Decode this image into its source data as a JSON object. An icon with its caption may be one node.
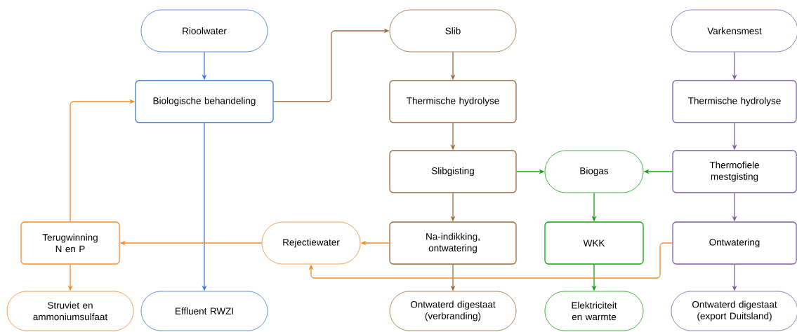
{
  "diagram": {
    "nodes": [
      {
        "text": [
          "Rioolwater"
        ]
      },
      {
        "text": [
          "Biologische behandeling"
        ]
      },
      {
        "text": [
          "Slib"
        ]
      },
      {
        "text": [
          "Thermische hydrolyse"
        ]
      },
      {
        "text": [
          "Slibgisting"
        ]
      },
      {
        "text": [
          "Na-indikking, ontwatering"
        ]
      },
      {
        "text": [
          "Rejectiewater"
        ]
      },
      {
        "text": [
          "Terugwinning N en P"
        ]
      },
      {
        "text": [
          "Struviet en ammoniumsulfaat"
        ]
      },
      {
        "text": [
          "Effluent RWZI"
        ]
      },
      {
        "text": [
          "Ontwaterd digestaat (verbranding)"
        ]
      },
      {
        "text": [
          "Biogas"
        ]
      },
      {
        "text": [
          "WKK"
        ]
      },
      {
        "text": [
          "Elektriciteit en warmte"
        ]
      },
      {
        "text": [
          "Varkensmest"
        ]
      },
      {
        "text": [
          "Thermische hydrolyse"
        ]
      },
      {
        "text": [
          "Thermofiele mestgisting"
        ]
      },
      {
        "text": [
          "Ontwatering"
        ]
      },
      {
        "text": [
          "Ontwaterd digestaat (export Duitsland)"
        ]
      }
    ],
    "edges": [
      {
        "from": 0,
        "to": 1,
        "arrow": "to",
        "color": "#3a78d4"
      },
      {
        "from": 1,
        "to": 9,
        "arrow": "to",
        "color": "#3a78d4"
      },
      {
        "from": 1,
        "to": 2,
        "arrow": "to",
        "color": "#9a6a3a"
      },
      {
        "from": 2,
        "to": 3,
        "arrow": "to",
        "color": "#9a6a3a"
      },
      {
        "from": 3,
        "to": 4,
        "arrow": "to",
        "color": "#9a6a3a"
      },
      {
        "from": 4,
        "to": 5,
        "arrow": "to",
        "color": "#9a6a3a"
      },
      {
        "from": 5,
        "to": 10,
        "arrow": "to",
        "color": "#9a6a3a"
      },
      {
        "from": 4,
        "to": 11,
        "arrow": "to",
        "color": "#13a013"
      },
      {
        "from": 16,
        "to": 11,
        "arrow": "to",
        "color": "#13a013"
      },
      {
        "from": 11,
        "to": 12,
        "arrow": "to",
        "color": "#13a013"
      },
      {
        "from": 12,
        "to": 13,
        "arrow": "to",
        "color": "#13a013"
      },
      {
        "from": 14,
        "to": 15,
        "arrow": "to",
        "color": "#7b5ea7"
      },
      {
        "from": 15,
        "to": 16,
        "arrow": "to",
        "color": "#7b5ea7"
      },
      {
        "from": 16,
        "to": 17,
        "arrow": "to",
        "color": "#7b5ea7"
      },
      {
        "from": 17,
        "to": 18,
        "arrow": "to",
        "color": "#7b5ea7"
      },
      {
        "from": 5,
        "to": 6,
        "arrow": "to",
        "color": "#f28a2e"
      },
      {
        "from": 6,
        "to": 7,
        "arrow": "to",
        "color": "#f28a2e"
      },
      {
        "from": 7,
        "to": 8,
        "arrow": "to",
        "color": "#f28a2e"
      },
      {
        "from": 7,
        "to": 1,
        "arrow": "to",
        "color": "#f28a2e"
      },
      {
        "from": 17,
        "to": 6,
        "arrow": "to",
        "color": "#f28a2e"
      }
    ]
  }
}
